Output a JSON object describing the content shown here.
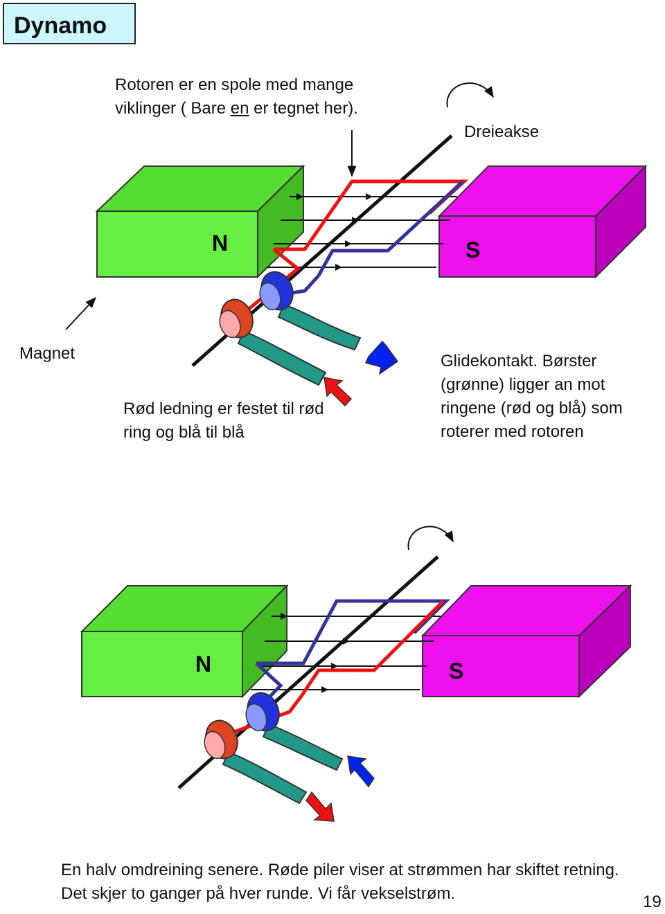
{
  "title": "Dynamo",
  "rotor_note": {
    "line1": "Rotoren  er en spole med mange",
    "line2_before": "viklinger ( Bare ",
    "line2_underlined": "en",
    "line2_after": " er tegnet her)."
  },
  "axis_label": "Dreieakse",
  "magnet_label": "Magnet",
  "wire_note": {
    "line1": "Rød ledning er festet til rød",
    "line2": "ring og blå til blå"
  },
  "contact_note": {
    "line1": "Glidekontakt. Børster",
    "line2": "(grønne) ligger an mot",
    "line3": "ringene (rød og blå) som",
    "line4": "roterer med rotoren"
  },
  "top_diagram": {
    "north_label": "N",
    "south_label": "S"
  },
  "bottom_diagram": {
    "north_label": "N",
    "south_label": "S"
  },
  "caption": {
    "line1": "En halv omdreining senere. Røde piler viser at strømmen har skiftet retning.",
    "line2": "Det skjer to ganger på hver runde. Vi får vekselstrøm."
  },
  "page_number": "19",
  "colors": {
    "magnet_north": "#66ee44",
    "magnet_south": "#ee11ee",
    "red_wire": "#ee1111",
    "blue_wire": "#333399",
    "brush": "#229988",
    "red_ring": "#dd4422",
    "blue_ring": "#2233dd"
  }
}
